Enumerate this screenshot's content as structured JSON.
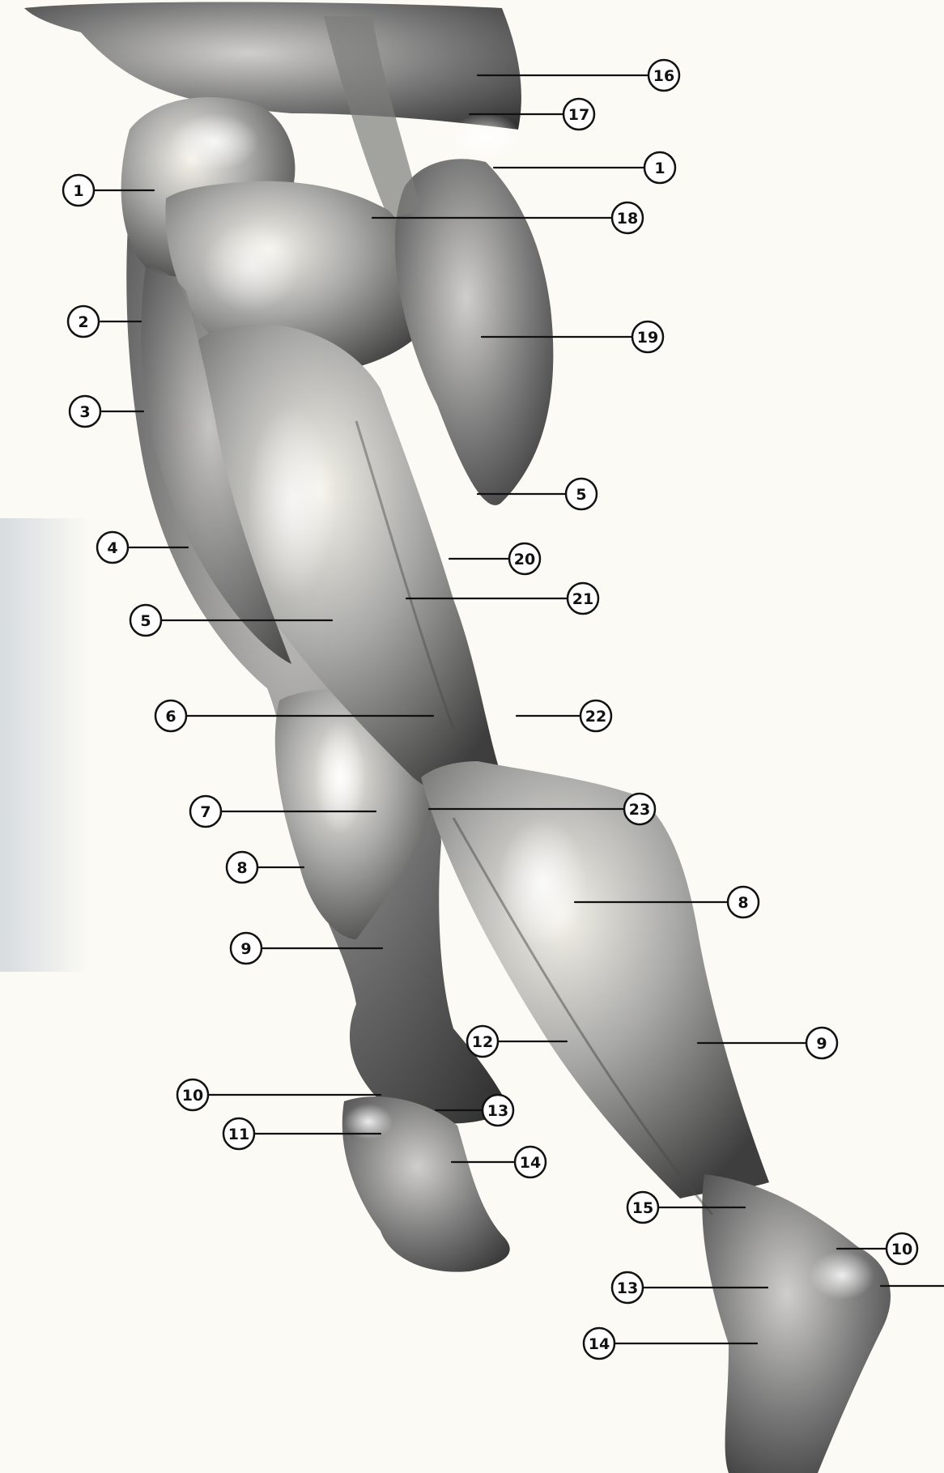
{
  "diagram": {
    "subject": "",
    "callouts": [
      {
        "id": "c01",
        "label": "1"
      },
      {
        "id": "c02",
        "label": "2"
      },
      {
        "id": "c03",
        "label": "3"
      },
      {
        "id": "c04",
        "label": "4"
      },
      {
        "id": "c05",
        "label": "5"
      },
      {
        "id": "c06",
        "label": "6"
      },
      {
        "id": "c07",
        "label": "7"
      },
      {
        "id": "c08",
        "label": "8"
      },
      {
        "id": "c09",
        "label": "9"
      },
      {
        "id": "c10",
        "label": "10"
      },
      {
        "id": "c11",
        "label": "11"
      },
      {
        "id": "c12",
        "label": "12"
      },
      {
        "id": "c13",
        "label": "13"
      },
      {
        "id": "c14",
        "label": "14"
      },
      {
        "id": "c16",
        "label": "16"
      },
      {
        "id": "c17",
        "label": "17"
      },
      {
        "id": "c1r",
        "label": "1"
      },
      {
        "id": "c18",
        "label": "18"
      },
      {
        "id": "c19",
        "label": "19"
      },
      {
        "id": "c5r",
        "label": "5"
      },
      {
        "id": "c20",
        "label": "20"
      },
      {
        "id": "c21",
        "label": "21"
      },
      {
        "id": "c22",
        "label": "22"
      },
      {
        "id": "c23",
        "label": "23"
      },
      {
        "id": "c8r",
        "label": "8"
      },
      {
        "id": "c9r",
        "label": "9"
      },
      {
        "id": "c15",
        "label": "15"
      },
      {
        "id": "c10r",
        "label": "10"
      },
      {
        "id": "c13r",
        "label": "13"
      },
      {
        "id": "c14r",
        "label": "14"
      }
    ]
  }
}
